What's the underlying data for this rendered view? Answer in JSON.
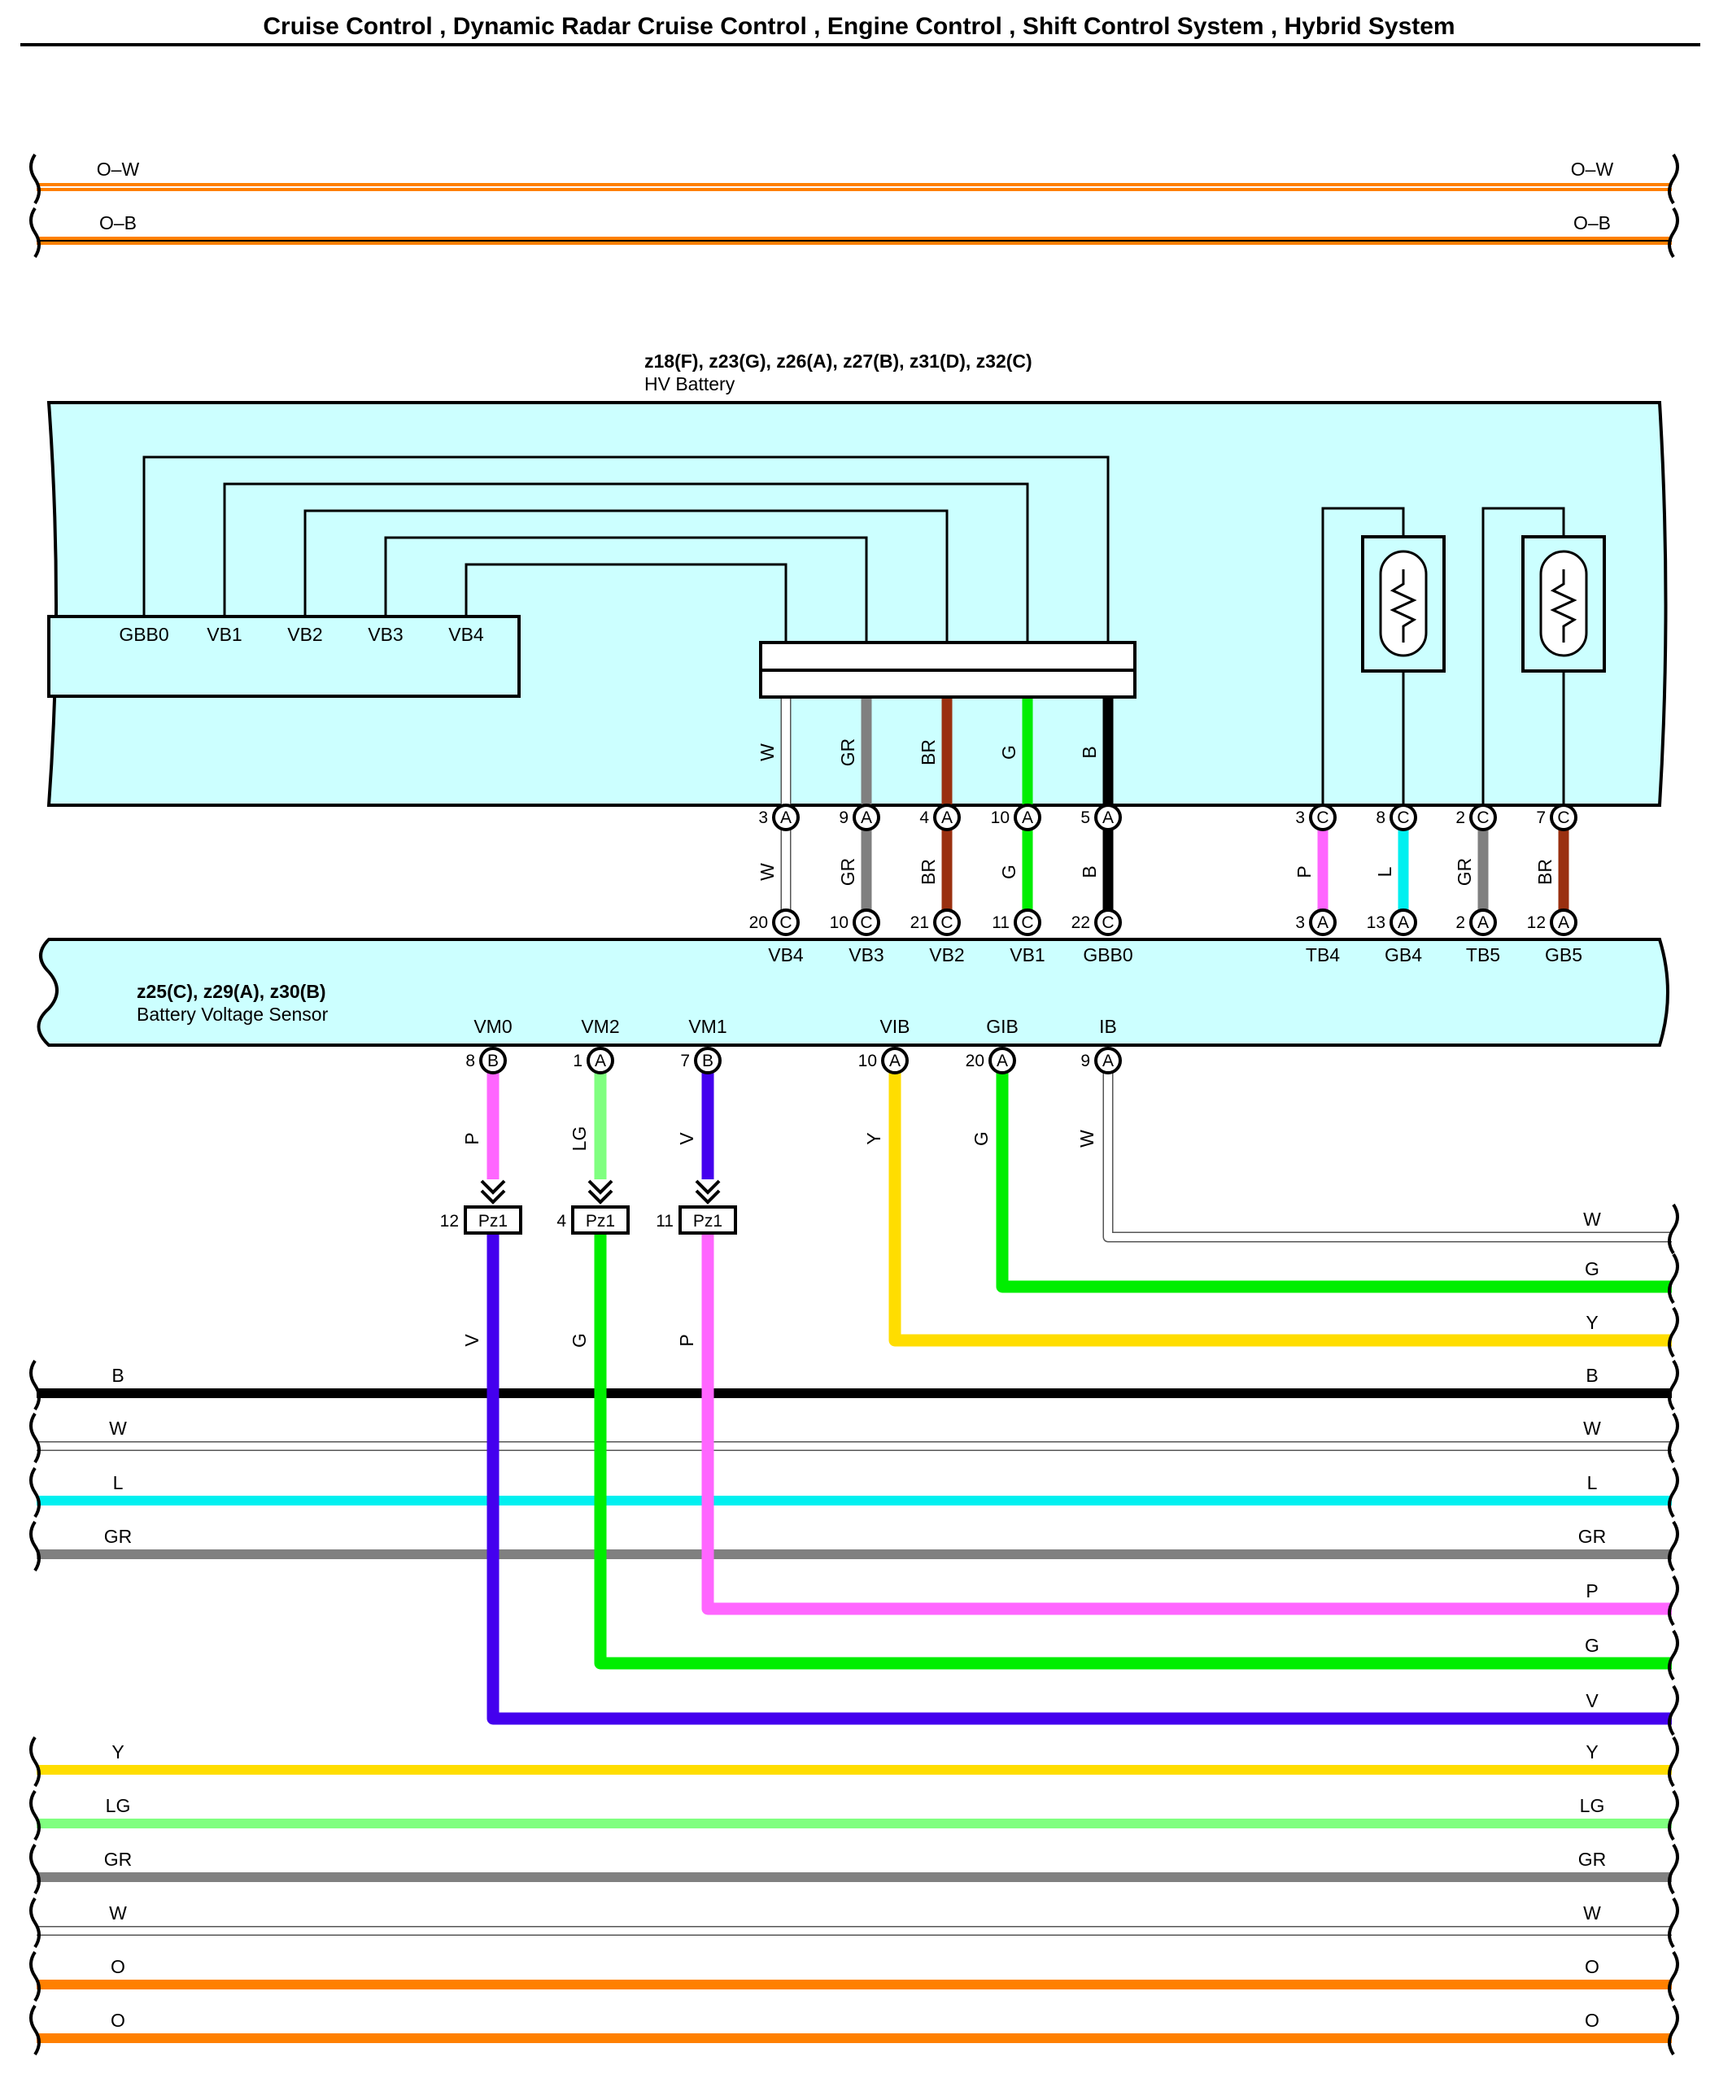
{
  "title": "Cruise Control , Dynamic Radar Cruise Control , Engine Control , Shift Control System , Hybrid System",
  "colors": {
    "B": "#000000",
    "W": "#ffffff",
    "L": "#00f0f0",
    "GR": "#808080",
    "P": "#ff66ff",
    "G": "#00ee00",
    "V": "#4400ee",
    "Y": "#ffdd00",
    "LG": "#80ff80",
    "O": "#ff8000",
    "BR": "#9a3010",
    "box": "#ccffff"
  },
  "top_wires": [
    {
      "code": "O–W",
      "left_label": "O–W",
      "right_label": "O–W",
      "color": "O",
      "stripe": "W"
    },
    {
      "code": "O–B",
      "left_label": "O–B",
      "right_label": "O–B",
      "color": "O",
      "stripe": "B"
    }
  ],
  "hv_battery": {
    "connectors": "z18(F), z23(G), z26(A), z27(B), z31(D), z32(C)",
    "name": "HV Battery",
    "inner_terminals": [
      "GBB0",
      "VB1",
      "VB2",
      "VB3",
      "VB4"
    ],
    "pins": [
      {
        "pin": "3",
        "conn": "A",
        "color": "W"
      },
      {
        "pin": "9",
        "conn": "A",
        "color": "GR"
      },
      {
        "pin": "4",
        "conn": "A",
        "color": "BR"
      },
      {
        "pin": "10",
        "conn": "A",
        "color": "G"
      },
      {
        "pin": "5",
        "conn": "A",
        "color": "B"
      },
      {
        "pin": "3",
        "conn": "C",
        "color": "P"
      },
      {
        "pin": "8",
        "conn": "C",
        "color": "L"
      },
      {
        "pin": "2",
        "conn": "C",
        "color": "GR"
      },
      {
        "pin": "7",
        "conn": "C",
        "color": "BR"
      }
    ]
  },
  "battery_voltage_sensor": {
    "connectors": "z25(C), z29(A), z30(B)",
    "name": "Battery Voltage Sensor",
    "top_pins": [
      {
        "pin": "20",
        "conn": "C",
        "terminal": "VB4"
      },
      {
        "pin": "10",
        "conn": "C",
        "terminal": "VB3"
      },
      {
        "pin": "21",
        "conn": "C",
        "terminal": "VB2"
      },
      {
        "pin": "11",
        "conn": "C",
        "terminal": "VB1"
      },
      {
        "pin": "22",
        "conn": "C",
        "terminal": "GBB0"
      },
      {
        "pin": "3",
        "conn": "A",
        "terminal": "TB4"
      },
      {
        "pin": "13",
        "conn": "A",
        "terminal": "GB4"
      },
      {
        "pin": "2",
        "conn": "A",
        "terminal": "TB5"
      },
      {
        "pin": "12",
        "conn": "A",
        "terminal": "GB5"
      }
    ],
    "bottom_pins": [
      {
        "pin": "8",
        "conn": "B",
        "terminal": "VM0",
        "color": "P"
      },
      {
        "pin": "1",
        "conn": "A",
        "terminal": "VM2",
        "color": "LG"
      },
      {
        "pin": "7",
        "conn": "B",
        "terminal": "VM1",
        "color": "V"
      },
      {
        "pin": "10",
        "conn": "A",
        "terminal": "VIB",
        "color": "Y"
      },
      {
        "pin": "20",
        "conn": "A",
        "terminal": "GIB",
        "color": "G"
      },
      {
        "pin": "9",
        "conn": "A",
        "terminal": "IB",
        "color": "W"
      }
    ]
  },
  "junctions": [
    {
      "pin": "12",
      "label": "Pz1",
      "out_color": "V"
    },
    {
      "pin": "4",
      "label": "Pz1",
      "out_color": "G"
    },
    {
      "pin": "11",
      "label": "Pz1",
      "out_color": "P"
    }
  ],
  "right_outputs": [
    "W",
    "G",
    "Y"
  ],
  "bus_group_1": [
    "B",
    "W",
    "L",
    "GR"
  ],
  "right_outputs_2": [
    "P",
    "G",
    "V"
  ],
  "bus_group_2": [
    "Y",
    "LG",
    "GR",
    "W",
    "O",
    "O"
  ]
}
